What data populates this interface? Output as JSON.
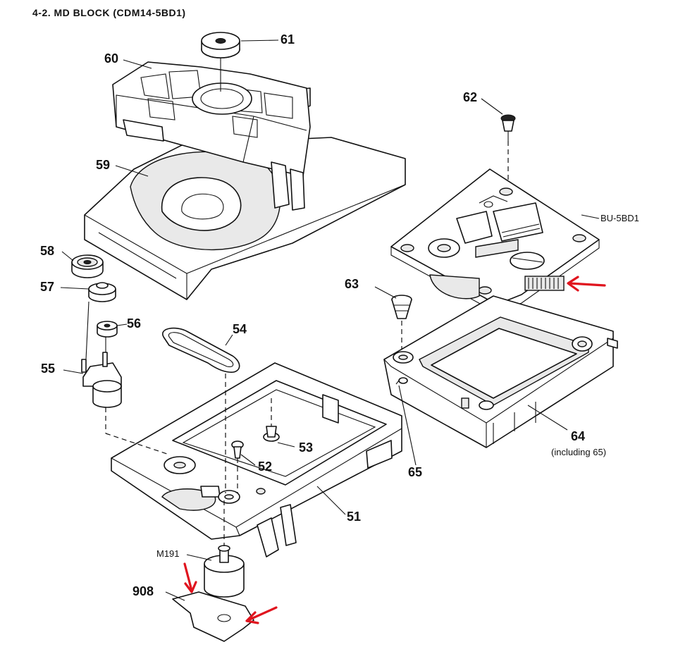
{
  "title": "4-2.  MD BLOCK (CDM14-5BD1)",
  "labels": {
    "p51": "51",
    "p52": "52",
    "p53": "53",
    "p54": "54",
    "p55": "55",
    "p56": "56",
    "p57": "57",
    "p58": "58",
    "p59": "59",
    "p60": "60",
    "p61": "61",
    "p62": "62",
    "p63": "63",
    "p64": "64",
    "p65": "65",
    "p908": "908",
    "m191": "M191",
    "bu5bd1": "BU-5BD1",
    "including65": "(including 65)"
  },
  "colors": {
    "line": "#111111",
    "arrow": "#e0141e",
    "background": "#ffffff"
  }
}
